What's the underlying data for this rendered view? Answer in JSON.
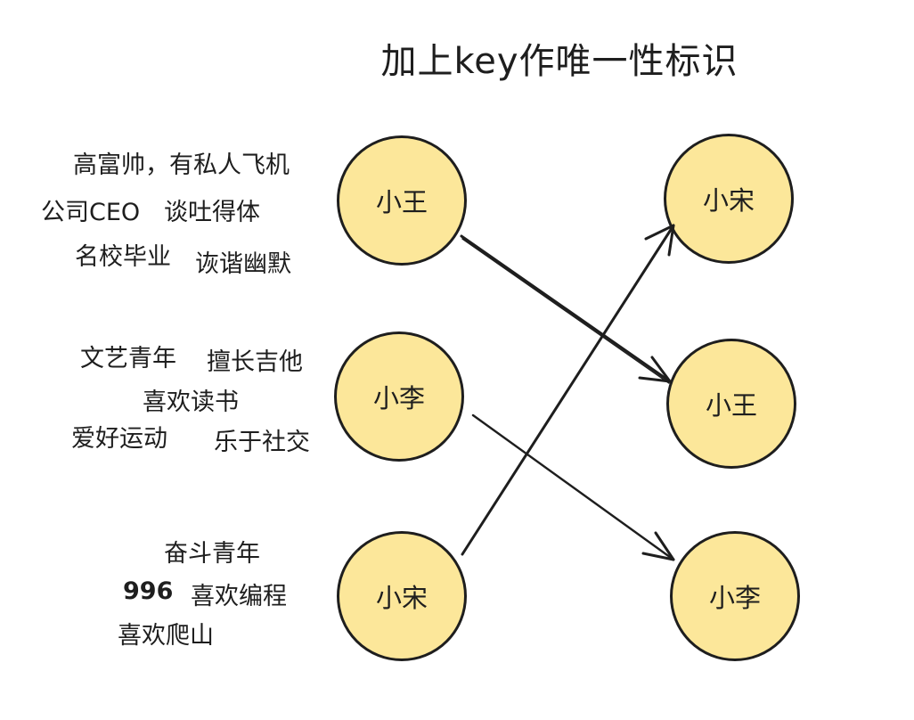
{
  "title": "加上key作唯一性标识",
  "left_nodes": [
    {
      "label": "小王",
      "traits": [
        "高富帅，有私人飞机",
        "公司CEO",
        "谈吐得体",
        "名校毕业",
        "诙谐幽默"
      ]
    },
    {
      "label": "小李",
      "traits": [
        "文艺青年",
        "擅长吉他",
        "喜欢读书",
        "爱好运动",
        "乐于社交"
      ]
    },
    {
      "label": "小宋",
      "traits": [
        "奋斗青年",
        "996",
        "喜欢编程",
        "喜欢爬山"
      ]
    }
  ],
  "right_nodes": [
    {
      "label": "小宋"
    },
    {
      "label": "小王"
    },
    {
      "label": "小李"
    }
  ],
  "edges": [
    {
      "from": "小王",
      "to": "小王"
    },
    {
      "from": "小李",
      "to": "小李"
    },
    {
      "from": "小宋",
      "to": "小宋"
    }
  ],
  "colors": {
    "node_fill": "#fce79a",
    "stroke": "#1e1e1e",
    "background": "#ffffff"
  }
}
